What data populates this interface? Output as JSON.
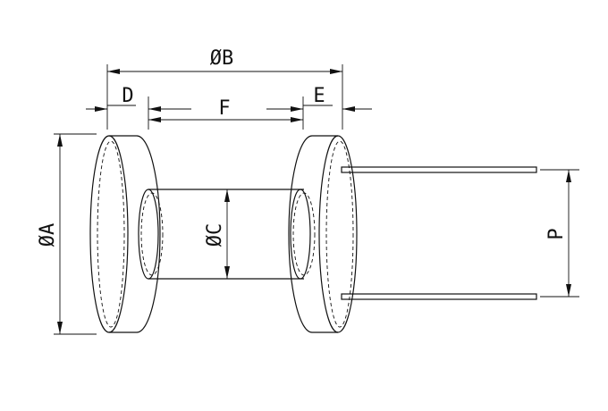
{
  "labels": {
    "dia_b": "ØB",
    "d": "D",
    "f": "F",
    "e": "E",
    "dia_a": "ØA",
    "dia_c": "ØC",
    "p": "P"
  }
}
